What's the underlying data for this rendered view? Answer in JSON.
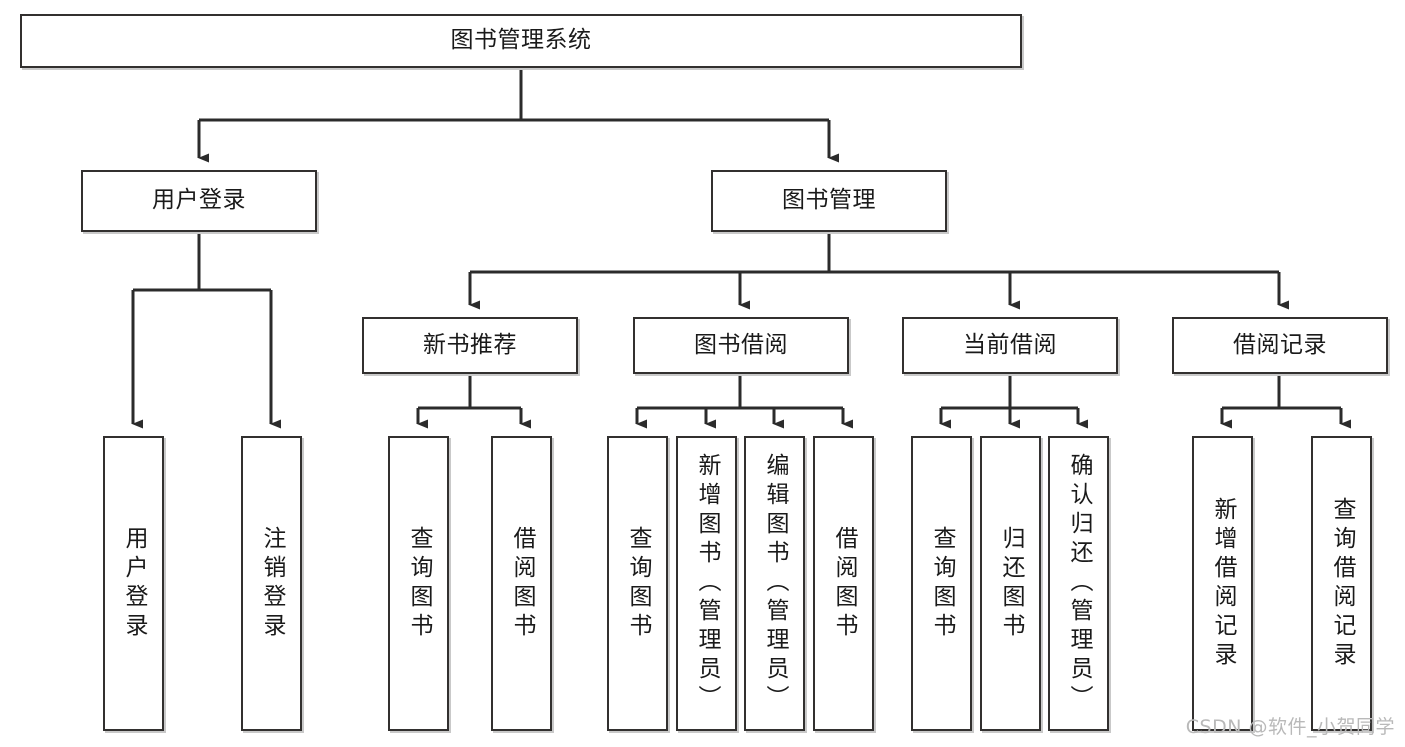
{
  "diagram": {
    "title": "图书管理系统",
    "type": "tree-hierarchy",
    "watermark": "CSDN @软件_小贺同学",
    "colors": {
      "box_border": "#32302f",
      "box_fill": "#ffffff",
      "connector": "#2b2b2b",
      "text": "#1a1a1a",
      "watermark": "#b9b9b9",
      "background": "#ffffff"
    },
    "root": {
      "label": "图书管理系统"
    },
    "level2": [
      {
        "label": "用户登录"
      },
      {
        "label": "图书管理"
      }
    ],
    "level3": [
      {
        "label": "新书推荐"
      },
      {
        "label": "图书借阅"
      },
      {
        "label": "当前借阅"
      },
      {
        "label": "借阅记录"
      }
    ],
    "leaves": {
      "user_login": [
        {
          "label": "用户登录"
        },
        {
          "label": "注销登录"
        }
      ],
      "new_book_recommend": [
        {
          "label": "查询图书"
        },
        {
          "label": "借阅图书"
        }
      ],
      "book_borrow": [
        {
          "label": "查询图书"
        },
        {
          "label": "新增图书（管理员）"
        },
        {
          "label": "编辑图书（管理员）"
        },
        {
          "label": "借阅图书"
        }
      ],
      "current_borrow": [
        {
          "label": "查询图书"
        },
        {
          "label": "归还图书"
        },
        {
          "label": "确认归还（管理员）"
        }
      ],
      "borrow_record": [
        {
          "label": "新增借阅记录"
        },
        {
          "label": "查询借阅记录"
        }
      ]
    }
  }
}
